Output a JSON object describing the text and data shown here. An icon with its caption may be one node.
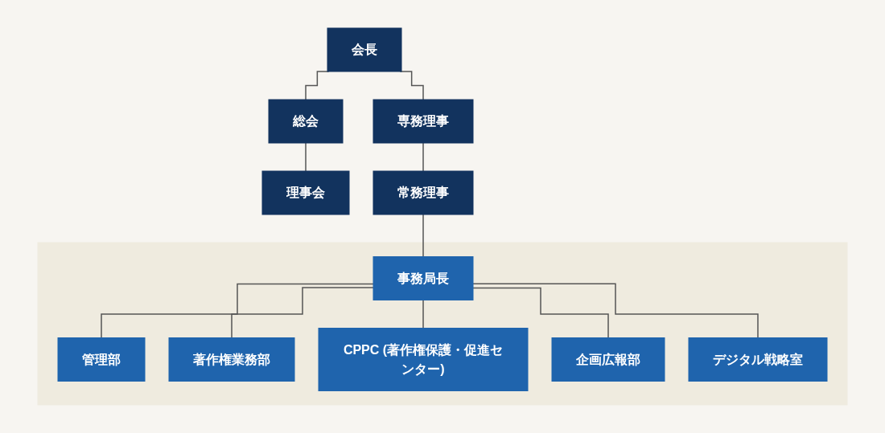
{
  "diagram": {
    "nodes": [
      {
        "text": [
          "会長"
        ]
      },
      {
        "text": [
          "総会"
        ]
      },
      {
        "text": [
          "専務理事"
        ]
      },
      {
        "text": [
          "理事会"
        ]
      },
      {
        "text": [
          "常務理事"
        ]
      },
      {
        "text": [],
        "shape": "box"
      },
      {
        "text": [
          "事務局長"
        ],
        "in": 5
      },
      {
        "text": [
          "管理部"
        ],
        "in": 5
      },
      {
        "text": [
          "著作権業務部"
        ],
        "in": 5
      },
      {
        "text": [
          "CPPC (著作権保護・促進センター)"
        ],
        "in": 5
      },
      {
        "text": [
          "企画広報部"
        ],
        "in": 5
      },
      {
        "text": [
          "デジタル戦略室"
        ],
        "in": 5
      }
    ],
    "edges": [
      {
        "from": 0,
        "to": 1,
        "arrow": "none"
      },
      {
        "from": 1,
        "to": 3,
        "arrow": "none"
      },
      {
        "from": 0,
        "to": 2,
        "arrow": "none"
      },
      {
        "from": 2,
        "to": 4,
        "arrow": "none"
      },
      {
        "from": 4,
        "to": 6,
        "arrow": "none"
      },
      {
        "from": 6,
        "to": 7,
        "arrow": "none"
      },
      {
        "from": 6,
        "to": 8,
        "arrow": "none"
      },
      {
        "from": 6,
        "to": 9,
        "arrow": "none"
      },
      {
        "from": 6,
        "to": 10,
        "arrow": "none"
      },
      {
        "from": 6,
        "to": 11,
        "arrow": "none"
      }
    ]
  }
}
